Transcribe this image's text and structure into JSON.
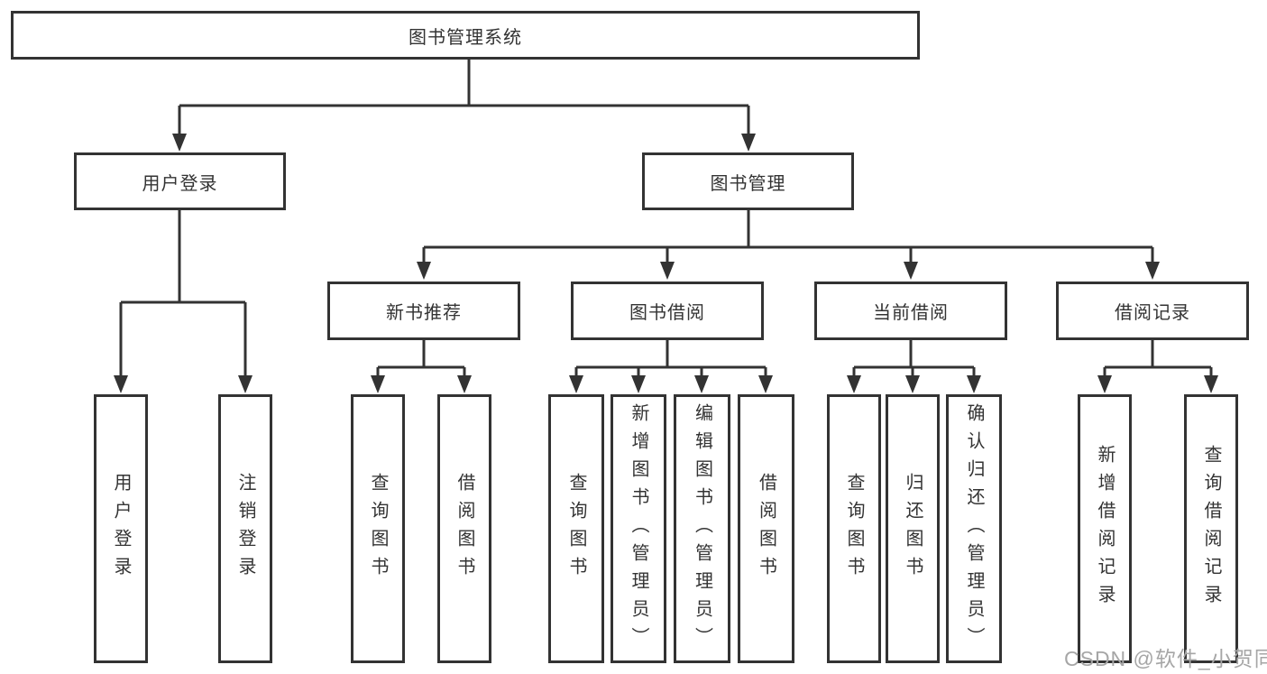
{
  "diagram": {
    "root": {
      "label": "图书管理系统"
    },
    "level2": [
      {
        "id": "user-login",
        "label": "用户登录"
      },
      {
        "id": "book-management",
        "label": "图书管理"
      }
    ],
    "level3": [
      {
        "id": "new-book-recommend",
        "label": "新书推荐",
        "parent": "图书管理"
      },
      {
        "id": "book-borrow",
        "label": "图书借阅",
        "parent": "图书管理"
      },
      {
        "id": "current-borrow",
        "label": "当前借阅",
        "parent": "图书管理"
      },
      {
        "id": "borrow-record",
        "label": "借阅记录",
        "parent": "图书管理"
      }
    ],
    "leaves": [
      {
        "label": "用户登录",
        "parent": "用户登录"
      },
      {
        "label": "注销登录",
        "parent": "用户登录"
      },
      {
        "label": "查询图书",
        "parent": "新书推荐"
      },
      {
        "label": "借阅图书",
        "parent": "新书推荐"
      },
      {
        "label": "查询图书",
        "parent": "图书借阅"
      },
      {
        "label": "新增图书（管理员）",
        "parent": "图书借阅"
      },
      {
        "label": "编辑图书（管理员）",
        "parent": "图书借阅"
      },
      {
        "label": "借阅图书",
        "parent": "图书借阅"
      },
      {
        "label": "查询图书",
        "parent": "当前借阅"
      },
      {
        "label": "归还图书",
        "parent": "当前借阅"
      },
      {
        "label": "确认归还（管理员）",
        "parent": "当前借阅"
      },
      {
        "label": "新增借阅记录",
        "parent": "借阅记录"
      },
      {
        "label": "查询借阅记录",
        "parent": "借阅记录"
      }
    ]
  },
  "watermark": {
    "text": "CSDN @软件_小贺同学"
  },
  "colors": {
    "line": "#333333",
    "box_border": "#333333",
    "text": "#333333",
    "background": "#ffffff",
    "watermark": "#a6a6a6"
  }
}
